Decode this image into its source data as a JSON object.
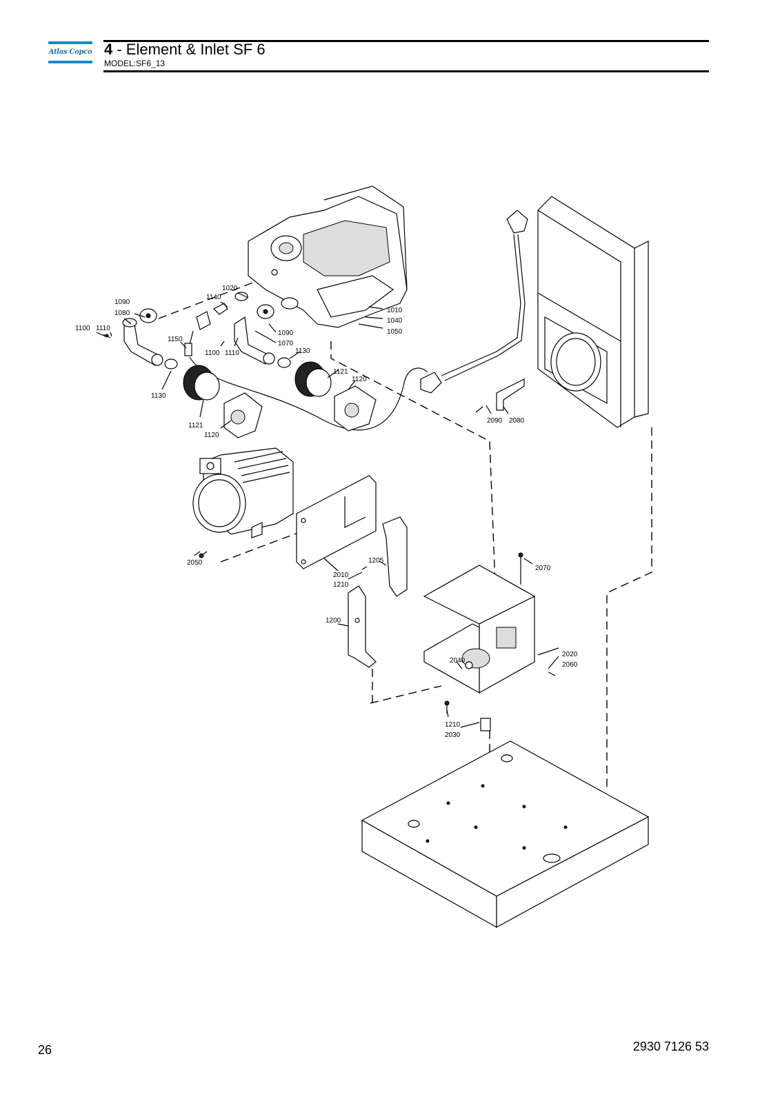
{
  "header": {
    "brand": "Atlas Copco",
    "section_number": "4",
    "section_title": " - Element & Inlet SF 6",
    "model": "MODEL:SF6_13"
  },
  "footer": {
    "page_number": "26",
    "document_number": "2930 7126 53"
  },
  "callouts": {
    "c1020": "1020",
    "c1140": "1140",
    "c1090a": "1090",
    "c1080": "1080",
    "c1100a": "1100",
    "c1110a": "1110",
    "c1150": "1150",
    "c1100b": "1100",
    "c1110b": "1110",
    "c1090b": "1090",
    "c1070": "1070",
    "c1130a": "1130",
    "c1010": "1010",
    "c1040": "1040",
    "c1050": "1050",
    "c1121a": "1121",
    "c1120a": "1120",
    "c1130b": "1130",
    "c1121b": "1121",
    "c1120b": "1120",
    "c2090": "2090",
    "c2080": "2080",
    "c2050": "2050",
    "c2010": "2010",
    "c1210a": "1210",
    "c1205": "1205",
    "c2070": "2070",
    "c1200": "1200",
    "c2040": "2040",
    "c2020": "2020",
    "c2060": "2060",
    "c1210b": "1210",
    "c2030": "2030"
  }
}
